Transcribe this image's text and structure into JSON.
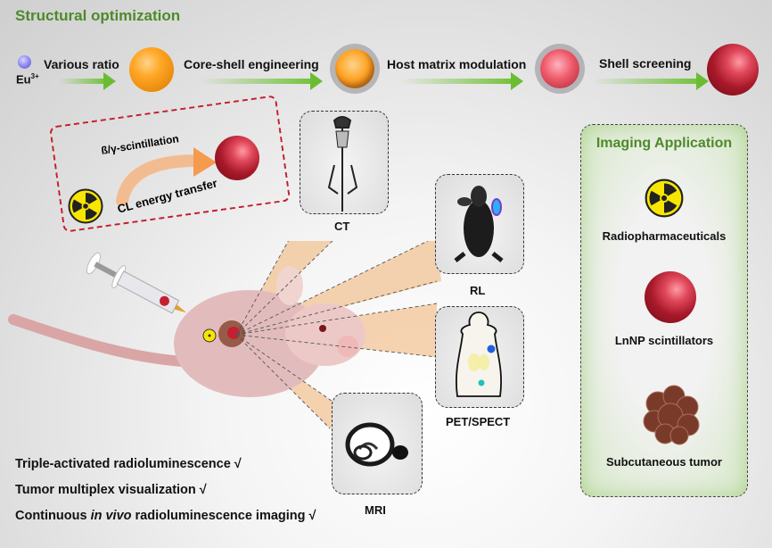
{
  "title": "Structural optimization",
  "pipeline": {
    "start_ion": "Eu",
    "start_ion_charge": "3+",
    "steps": [
      {
        "label": "Various ratio"
      },
      {
        "label": "Core-shell engineering"
      },
      {
        "label": "Host matrix modulation"
      },
      {
        "label": "Shell screening"
      }
    ]
  },
  "mechanism": {
    "upper_label": "ß/γ-scintillation",
    "lower_label": "CL energy transfer"
  },
  "imaging_modalities": [
    {
      "label": "CT"
    },
    {
      "label": "RL"
    },
    {
      "label": "PET/SPECT"
    },
    {
      "label": "MRI"
    }
  ],
  "application": {
    "title": "Imaging Application",
    "items": [
      {
        "label": "Radiopharmaceuticals",
        "icon": "radiation-icon"
      },
      {
        "label": "LnNP scintillators",
        "icon": "nanoparticle-icon"
      },
      {
        "label": "Subcutaneous tumor",
        "icon": "tumor-icon"
      }
    ]
  },
  "claims": [
    {
      "pre": "Triple-activated radioluminescence",
      "italic": "",
      "post": "",
      "check": "√"
    },
    {
      "pre": "Tumor multiplex visualization",
      "italic": "",
      "post": "",
      "check": "√"
    },
    {
      "pre": "Continuous ",
      "italic": "in vivo",
      "post": " radioluminescence imaging",
      "check": "√"
    }
  ],
  "colors": {
    "title_green": "#4d8a2a",
    "arrow_green": "#6cbc33",
    "dash_red": "#c41f2c",
    "radiation_yellow": "#f7e600"
  }
}
